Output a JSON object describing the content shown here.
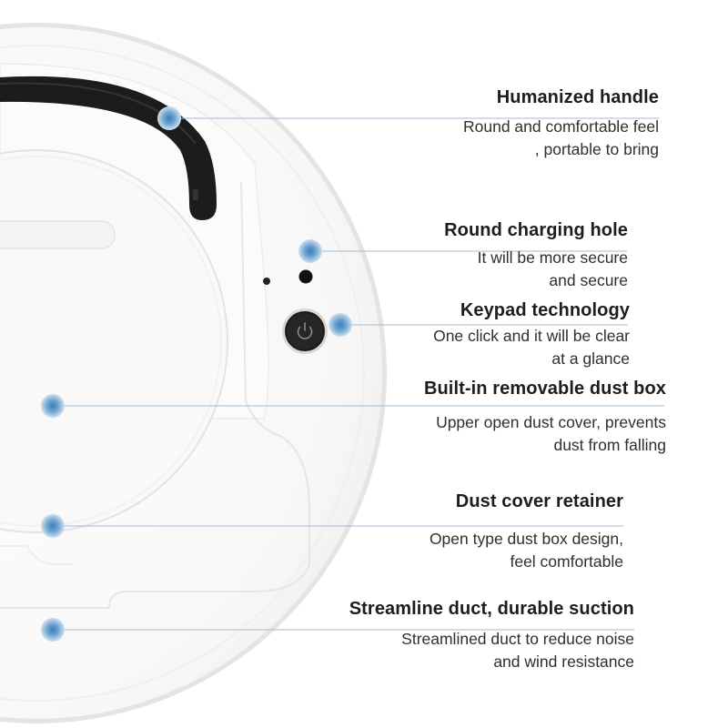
{
  "accent_color": "#5a96c8",
  "device": {
    "power_button_icon": "power-icon"
  },
  "callouts": [
    {
      "title": "Humanized handle",
      "desc": [
        "Round and comfortable feel",
        ", portable to bring"
      ]
    },
    {
      "title": "Round charging hole",
      "desc": [
        "It will be more secure",
        "and secure"
      ]
    },
    {
      "title": "Keypad technology",
      "desc": [
        "One click and it will be clear",
        "at a glance"
      ]
    },
    {
      "title": "Built-in removable dust box",
      "desc": [
        "Upper open dust cover, prevents",
        "dust from falling"
      ]
    },
    {
      "title": "Dust cover retainer",
      "desc": [
        "Open type dust box design,",
        "feel comfortable"
      ]
    },
    {
      "title": "Streamline duct, durable suction",
      "desc": [
        "Streamlined duct to reduce noise",
        "and wind resistance"
      ]
    }
  ]
}
